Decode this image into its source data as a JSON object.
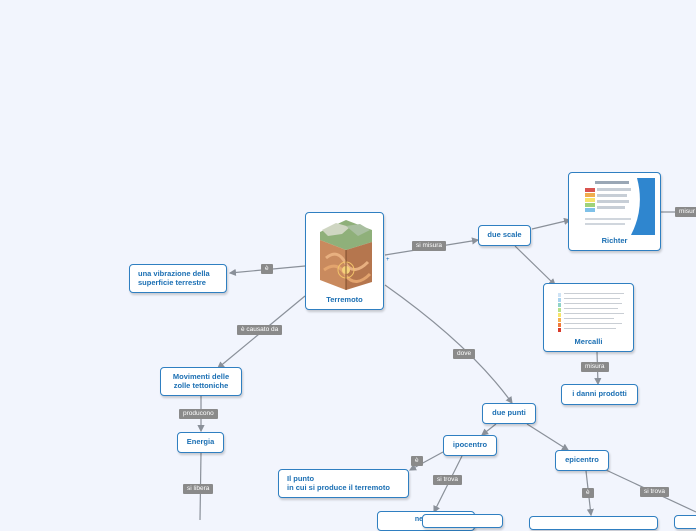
{
  "nodes": {
    "terremoto": "Terremoto",
    "vibrazione": "una vibrazione della\nsuperficie terrestre",
    "movimenti": "Movimenti delle\nzolle tettoniche",
    "energia": "Energia",
    "due_scale": "due scale",
    "richter": "Richter",
    "mercalli": "Mercalli",
    "danni": "i danni prodotti",
    "due_punti": "due punti",
    "ipocentro": "ipocentro",
    "il_punto": "Il punto\nin cui si produce il terremoto",
    "epicentro": "epicentro"
  },
  "labels": {
    "e1": "è",
    "causato": "è causato da",
    "producono": "producono",
    "si_libera": "si libera",
    "si_misura": "si misura",
    "misura_cut": "misur",
    "misura": "misura",
    "dove": "dove",
    "e2": "è",
    "si_trova1": "si trova",
    "e3": "è",
    "si_trova2": "si trova"
  },
  "partial_nodes": {
    "bottom_left_fragment": "nell'int"
  },
  "colors": {
    "background": "#f2f5fd",
    "node_border": "#2f7fc1",
    "node_text": "#1b6fb3",
    "link": "#8a9099",
    "label_bg": "#8a8a8a"
  }
}
